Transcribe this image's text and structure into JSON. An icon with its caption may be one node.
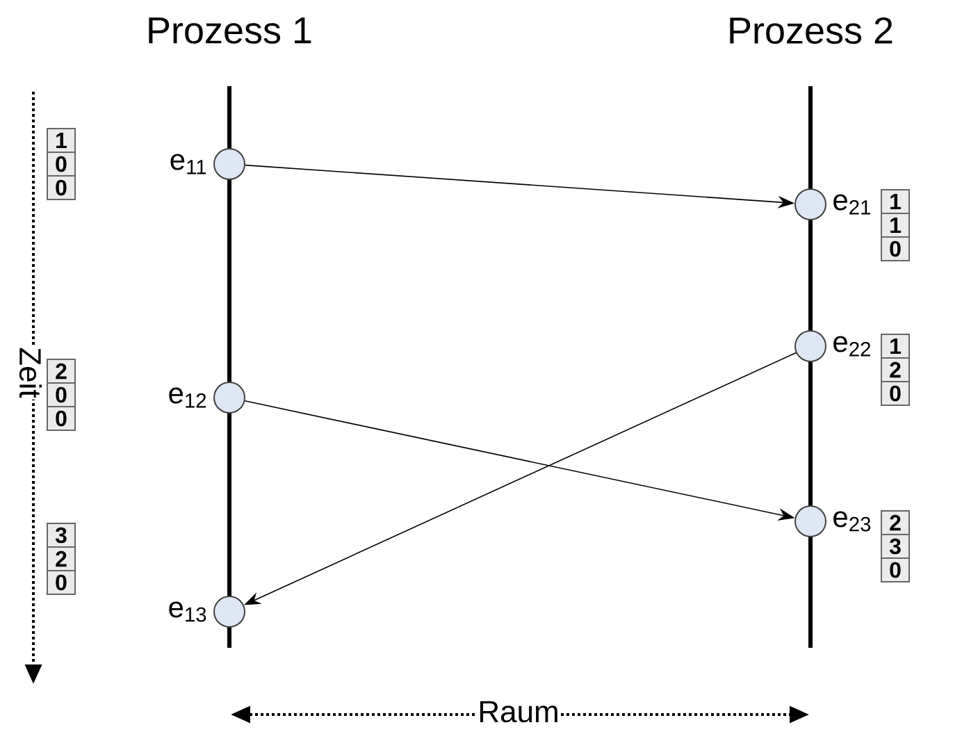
{
  "diagram": {
    "nodes": [
      {
        "text": [],
        "shape": "circle",
        "beside": [
          "e$_{11}$"
        ]
      },
      {
        "text": [],
        "shape": "circle",
        "beside": [
          "e$_{12}$"
        ]
      },
      {
        "text": [],
        "shape": "circle",
        "beside": [
          "e$_{13}$"
        ]
      },
      {
        "text": [],
        "shape": "circle",
        "beside": [
          "e$_{21}$"
        ]
      },
      {
        "text": [],
        "shape": "circle",
        "beside": [
          "e$_{22}$"
        ]
      },
      {
        "text": [],
        "shape": "circle",
        "beside": [
          "e$_{23}$"
        ]
      },
      {
        "text": [
          "1",
          "0",
          "0"
        ]
      },
      {
        "text": [
          "2",
          "0",
          "0"
        ]
      },
      {
        "text": [
          "3",
          "2",
          "0"
        ]
      },
      {
        "text": [
          "1",
          "1",
          "0"
        ]
      },
      {
        "text": [
          "1",
          "2",
          "0"
        ]
      },
      {
        "text": [
          "2",
          "3",
          "0"
        ]
      }
    ],
    "edges": [
      {
        "from": 0,
        "to": 3,
        "arrow": "to"
      },
      {
        "from": 1,
        "to": 5,
        "arrow": "to"
      },
      {
        "from": 4,
        "to": 2,
        "arrow": "to"
      }
    ],
    "labels": [
      "Prozess 1",
      "Prozess 2",
      "Zeit",
      "Raum"
    ]
  }
}
